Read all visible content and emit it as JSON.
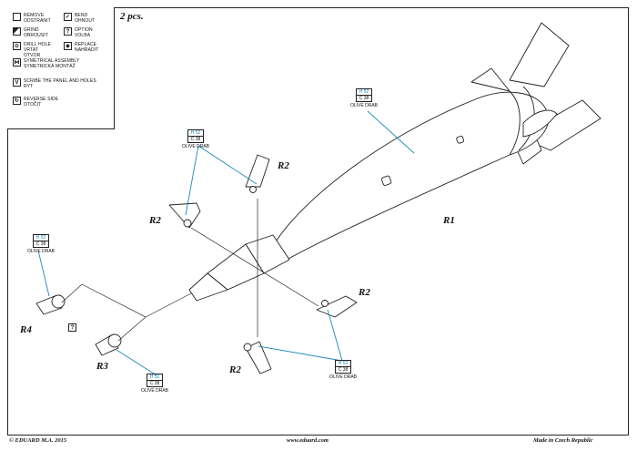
{
  "legend": [
    {
      "icon": "remove-icon",
      "text": "REMOVE\nODSTRANIT"
    },
    {
      "icon": "bend-icon",
      "text": "BEND\nOHNOUT"
    },
    {
      "icon": "grind-icon",
      "text": "GRIND\nOBROUSIT"
    },
    {
      "icon": "option-icon",
      "glyph": "?",
      "text": "OPTION\nVOLBA"
    },
    {
      "icon": "drill-icon",
      "text": "DRILL HOLE\nVRTAT OTVOR"
    },
    {
      "icon": "replace-icon",
      "text": "REPLACE\nNAHRADIT"
    },
    {
      "icon": "symmetrical-icon",
      "text": "SYMETRICAL ASSEMBLY\nSYMETRICKÁ MONTÁŽ"
    },
    {
      "icon": "scribe-icon",
      "glyph": "V",
      "text": "SCRIBE THE PANEL AND HOLES\nRYT"
    },
    {
      "icon": "reverse-icon",
      "text": "REVERSE SIDE\nOTOČIT"
    }
  ],
  "quantity": "2 pcs.",
  "parts": {
    "r1": "R1",
    "r2": "R2",
    "r3": "R3",
    "r4": "R4"
  },
  "paint": {
    "code1": "H 52",
    "code2": "C 38",
    "name": "OLIVE DRAB"
  },
  "option_glyph": "?",
  "footer": {
    "left": "© EDUARD  M.A. 2015",
    "center": "www.eduard.com",
    "right": "Made in Czech Republic"
  }
}
